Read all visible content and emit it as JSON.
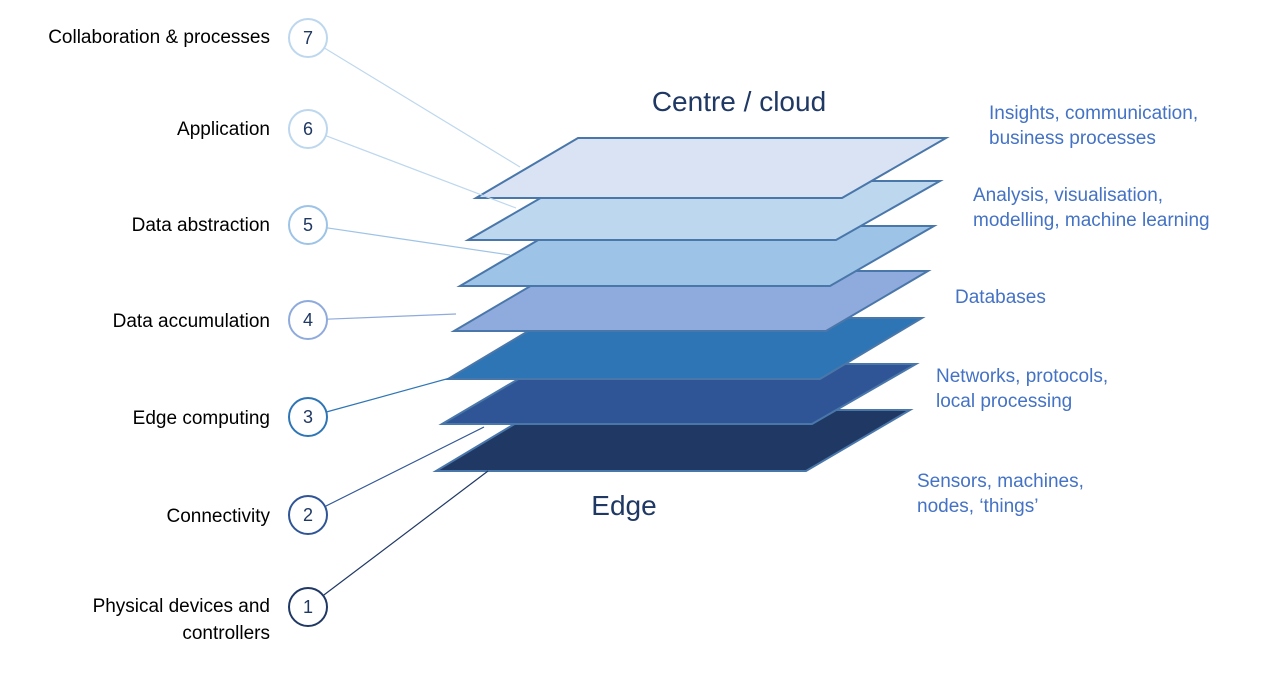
{
  "diagram": {
    "top_title": "Centre / cloud",
    "bottom_title": "Edge",
    "layers": [
      {
        "number": "7",
        "label": [
          "Collaboration & processes"
        ],
        "description": [
          "Insights, communication,",
          "business processes"
        ],
        "fill": "#DAE3F3",
        "circle_color": "#BDD7EE"
      },
      {
        "number": "6",
        "label": [
          "Application"
        ],
        "description": [
          "Analysis, visualisation,",
          "modelling, machine learning"
        ],
        "fill": "#BDD7EE",
        "circle_color": "#BDD7EE"
      },
      {
        "number": "5",
        "label": [
          "Data abstraction"
        ],
        "description": [],
        "fill": "#9DC3E6",
        "circle_color": "#9DC3E6"
      },
      {
        "number": "4",
        "label": [
          "Data accumulation"
        ],
        "description": [
          "Databases"
        ],
        "fill": "#8FAADC",
        "circle_color": "#8FAADC"
      },
      {
        "number": "3",
        "label": [
          "Edge computing"
        ],
        "description": [],
        "fill": "#2E75B6",
        "circle_color": "#2E75B6"
      },
      {
        "number": "2",
        "label": [
          "Connectivity"
        ],
        "description": [
          "Networks, protocols,",
          "local processing"
        ],
        "fill": "#2F5597",
        "circle_color": "#2F5597"
      },
      {
        "number": "1",
        "label": [
          "Physical devices and",
          "controllers"
        ],
        "description": [
          "Sensors, machines,",
          "nodes, ‘things’"
        ],
        "fill": "#203864",
        "circle_color": "#1F3864"
      }
    ],
    "colors": {
      "plane_stroke": "#4A77AA",
      "description_text": "#4472C4",
      "title_text": "#1F3864"
    }
  }
}
